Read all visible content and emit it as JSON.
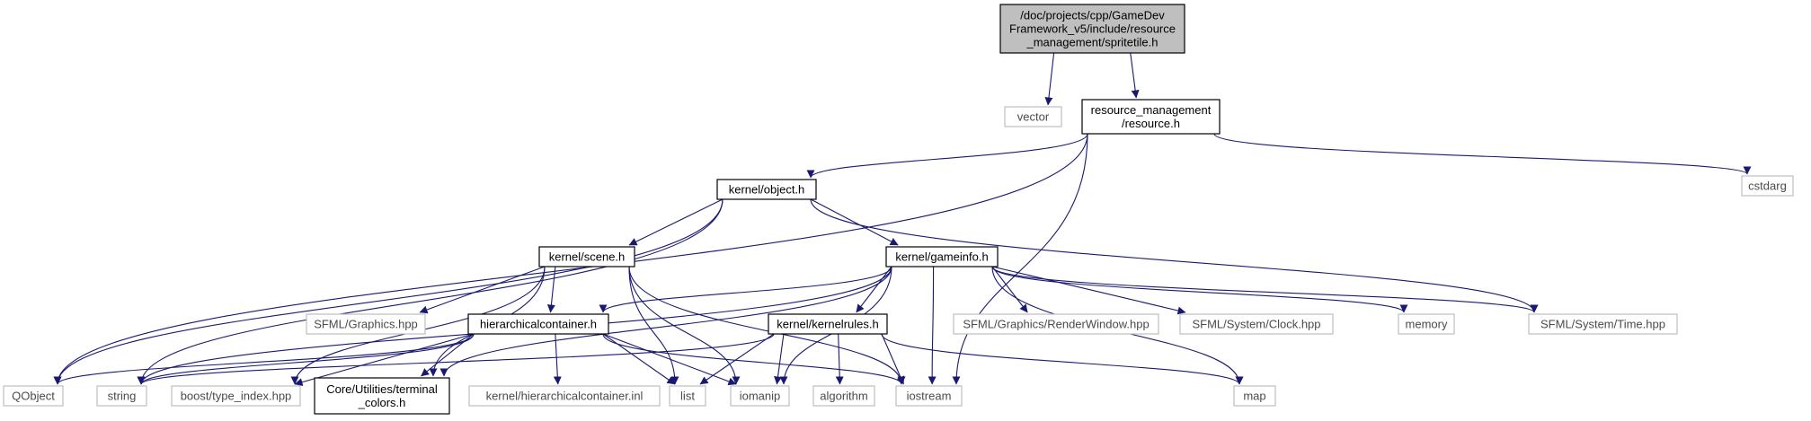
{
  "diagram": {
    "nodes": {
      "spritetile": {
        "lines": [
          "/doc/projects/cpp/GameDev",
          "Framework_v5/include/resource",
          "_management/spritetile.h"
        ],
        "kind": "root"
      },
      "vector": {
        "lines": [
          "vector"
        ],
        "kind": "external"
      },
      "resource": {
        "lines": [
          "resource_management",
          "/resource.h"
        ],
        "kind": "internal"
      },
      "cstdarg": {
        "lines": [
          "cstdarg"
        ],
        "kind": "external"
      },
      "object": {
        "lines": [
          "kernel/object.h"
        ],
        "kind": "internal"
      },
      "scene": {
        "lines": [
          "kernel/scene.h"
        ],
        "kind": "internal"
      },
      "gameinfo": {
        "lines": [
          "kernel/gameinfo.h"
        ],
        "kind": "internal"
      },
      "sfml_graphics": {
        "lines": [
          "SFML/Graphics.hpp"
        ],
        "kind": "external"
      },
      "hierarchical": {
        "lines": [
          "hierarchicalcontainer.h"
        ],
        "kind": "internal"
      },
      "kernelrules": {
        "lines": [
          "kernel/kernelrules.h"
        ],
        "kind": "internal"
      },
      "render_window": {
        "lines": [
          "SFML/Graphics/RenderWindow.hpp"
        ],
        "kind": "external"
      },
      "clock": {
        "lines": [
          "SFML/System/Clock.hpp"
        ],
        "kind": "external"
      },
      "memory": {
        "lines": [
          "memory"
        ],
        "kind": "external"
      },
      "time": {
        "lines": [
          "SFML/System/Time.hpp"
        ],
        "kind": "external"
      },
      "qobject": {
        "lines": [
          "QObject"
        ],
        "kind": "external"
      },
      "string": {
        "lines": [
          "string"
        ],
        "kind": "external"
      },
      "type_index": {
        "lines": [
          "boost/type_index.hpp"
        ],
        "kind": "external"
      },
      "terminal_colors": {
        "lines": [
          "Core/Utilities/terminal",
          "_colors.h"
        ],
        "kind": "internal"
      },
      "hier_inl": {
        "lines": [
          "kernel/hierarchicalcontainer.inl"
        ],
        "kind": "external"
      },
      "list": {
        "lines": [
          "list"
        ],
        "kind": "external"
      },
      "iomanip": {
        "lines": [
          "iomanip"
        ],
        "kind": "external"
      },
      "algorithm": {
        "lines": [
          "algorithm"
        ],
        "kind": "external"
      },
      "iostream": {
        "lines": [
          "iostream"
        ],
        "kind": "external"
      },
      "map": {
        "lines": [
          "map"
        ],
        "kind": "external"
      }
    },
    "edges": [
      [
        "spritetile",
        "vector"
      ],
      [
        "spritetile",
        "resource"
      ],
      [
        "resource",
        "object"
      ],
      [
        "resource",
        "qobject"
      ],
      [
        "resource",
        "cstdarg"
      ],
      [
        "resource",
        "iostream"
      ],
      [
        "object",
        "scene"
      ],
      [
        "object",
        "gameinfo"
      ],
      [
        "object",
        "time"
      ],
      [
        "object",
        "string"
      ],
      [
        "object",
        "qobject"
      ],
      [
        "scene",
        "sfml_graphics"
      ],
      [
        "scene",
        "hierarchical"
      ],
      [
        "scene",
        "terminal_colors"
      ],
      [
        "scene",
        "type_index"
      ],
      [
        "scene",
        "list"
      ],
      [
        "scene",
        "iomanip"
      ],
      [
        "scene",
        "iostream"
      ],
      [
        "gameinfo",
        "render_window"
      ],
      [
        "gameinfo",
        "clock"
      ],
      [
        "gameinfo",
        "memory"
      ],
      [
        "gameinfo",
        "time"
      ],
      [
        "gameinfo",
        "map"
      ],
      [
        "gameinfo",
        "iostream"
      ],
      [
        "gameinfo",
        "hierarchical"
      ],
      [
        "gameinfo",
        "kernelrules"
      ],
      [
        "gameinfo",
        "iomanip"
      ],
      [
        "gameinfo",
        "string"
      ],
      [
        "gameinfo",
        "terminal_colors"
      ],
      [
        "hierarchical",
        "qobject"
      ],
      [
        "hierarchical",
        "string"
      ],
      [
        "hierarchical",
        "type_index"
      ],
      [
        "hierarchical",
        "terminal_colors"
      ],
      [
        "hierarchical",
        "hier_inl"
      ],
      [
        "hierarchical",
        "list"
      ],
      [
        "hierarchical",
        "iomanip"
      ],
      [
        "hierarchical",
        "iostream"
      ],
      [
        "kernelrules",
        "string"
      ],
      [
        "kernelrules",
        "list"
      ],
      [
        "kernelrules",
        "iomanip"
      ],
      [
        "kernelrules",
        "algorithm"
      ],
      [
        "kernelrules",
        "iostream"
      ],
      [
        "kernelrules",
        "map"
      ]
    ],
    "colors": {
      "edge": "#191970",
      "root_fill": "#bfbfbf",
      "internal_border": "#000000",
      "external_border": "#bfbfbf"
    }
  }
}
